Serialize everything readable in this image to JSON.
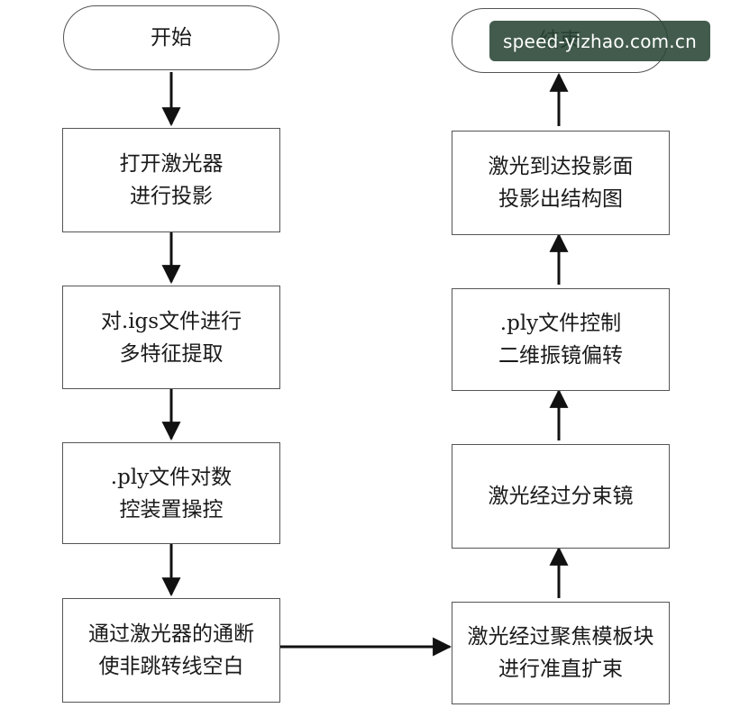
{
  "flowchart": {
    "start": "开始",
    "end": "结束",
    "left_steps": [
      {
        "line1": "打开激光器",
        "line2": "进行投影"
      },
      {
        "line1": "对.igs文件进行",
        "line2": "多特征提取"
      },
      {
        "line1": ".ply文件对数",
        "line2": "控装置操控"
      },
      {
        "line1": "通过激光器的通断",
        "line2": "使非跳转线空白"
      }
    ],
    "right_steps": [
      {
        "line1": "激光经过聚焦模板块",
        "line2": "进行准直扩束"
      },
      {
        "line1": "激光经过分束镜",
        "line2": ""
      },
      {
        "line1": ".ply文件控制",
        "line2": "二维振镜偏转"
      },
      {
        "line1": "激光到达投影面",
        "line2": "投影出结构图"
      }
    ]
  },
  "watermark": "speed-yizhao.com.cn",
  "colors": {
    "border": "#555555",
    "arrow": "#111111",
    "watermark_bg": "#2d4a38"
  }
}
